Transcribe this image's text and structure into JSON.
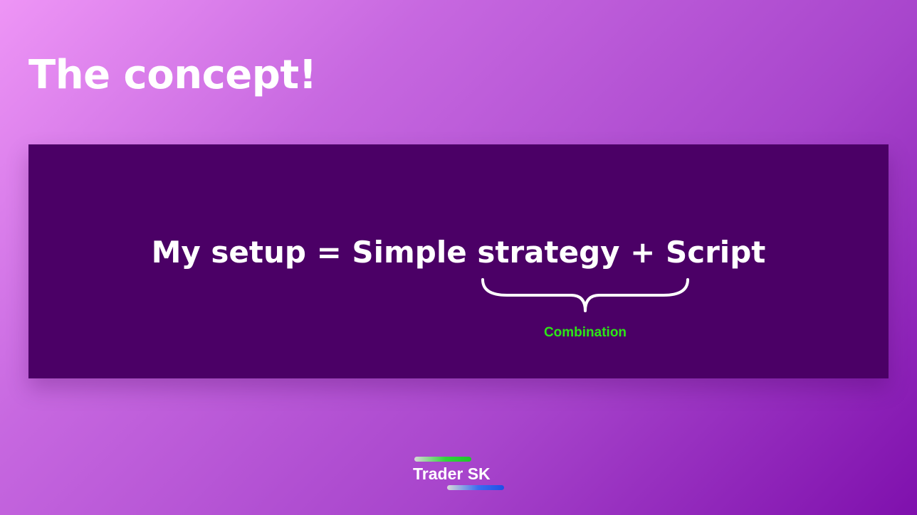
{
  "slide": {
    "title": "The concept!"
  },
  "panel": {
    "equation": "My setup = Simple strategy + Script",
    "brace_label": "Combination",
    "brace_label_color": "#2ee617"
  },
  "logo": {
    "text": "Trader SK",
    "top_bar_color": "#1ec42b",
    "bottom_bar_color": "#1f4fe6"
  },
  "colors": {
    "background_light": "#ee95f6",
    "background_dark": "#7f10ad",
    "panel_background": "#4b0066"
  }
}
